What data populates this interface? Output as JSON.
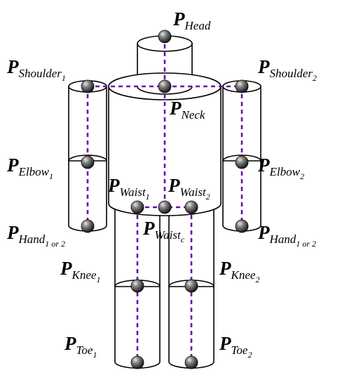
{
  "diagram": {
    "symbol": "P",
    "joints": [
      {
        "id": "head",
        "base": "P",
        "sub": "Head",
        "idx": ""
      },
      {
        "id": "shoulder-1",
        "base": "P",
        "sub": "Shoulder",
        "idx": "1"
      },
      {
        "id": "shoulder-2",
        "base": "P",
        "sub": "Shoulder",
        "idx": "2"
      },
      {
        "id": "neck",
        "base": "P",
        "sub": "Neck",
        "idx": ""
      },
      {
        "id": "elbow-1",
        "base": "P",
        "sub": "Elbow",
        "idx": "1"
      },
      {
        "id": "elbow-2",
        "base": "P",
        "sub": "Elbow",
        "idx": "2"
      },
      {
        "id": "waist-1",
        "base": "P",
        "sub": "Waist",
        "idx": "1"
      },
      {
        "id": "waist-2",
        "base": "P",
        "sub": "Waist",
        "idx": "2"
      },
      {
        "id": "waist-c",
        "base": "P",
        "sub": "Waist",
        "idx": "c"
      },
      {
        "id": "hand-1",
        "base": "P",
        "sub": "Hand",
        "idx": "1 or 2"
      },
      {
        "id": "hand-2",
        "base": "P",
        "sub": "Hand",
        "idx": "1 or 2"
      },
      {
        "id": "knee-1",
        "base": "P",
        "sub": "Knee",
        "idx": "1"
      },
      {
        "id": "knee-2",
        "base": "P",
        "sub": "Knee",
        "idx": "2"
      },
      {
        "id": "toe-1",
        "base": "P",
        "sub": "Toe",
        "idx": "1"
      },
      {
        "id": "toe-2",
        "base": "P",
        "sub": "Toe",
        "idx": "2"
      }
    ],
    "colors": {
      "skeleton_line": "#6a0dad",
      "outline": "#000000",
      "joint": "#3a3a3a"
    }
  }
}
